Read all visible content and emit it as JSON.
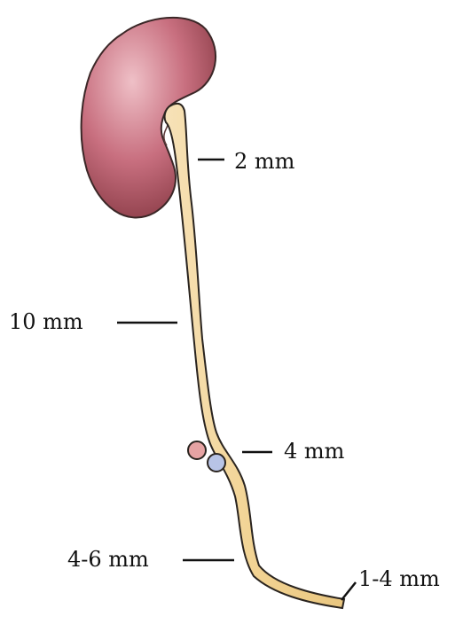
{
  "labels": {
    "pelvis_width": "2 mm",
    "upper_ureter_width": "10 mm",
    "iliac_crossing_width": "4 mm",
    "lower_ureter_width": "4-6 mm",
    "ureterovesical_width": "1-4 mm"
  },
  "colors": {
    "kidney_fill": "#c86f7f",
    "kidney_shadow": "#8e3f4a",
    "kidney_highlight": "#efc0c7",
    "ureter_fill": "#f2d393",
    "ureter_outline": "#2a241f",
    "artery_fill": "#e6a3a3",
    "vein_fill": "#b8c4e6",
    "line_color": "#111111",
    "background": "#ffffff"
  }
}
